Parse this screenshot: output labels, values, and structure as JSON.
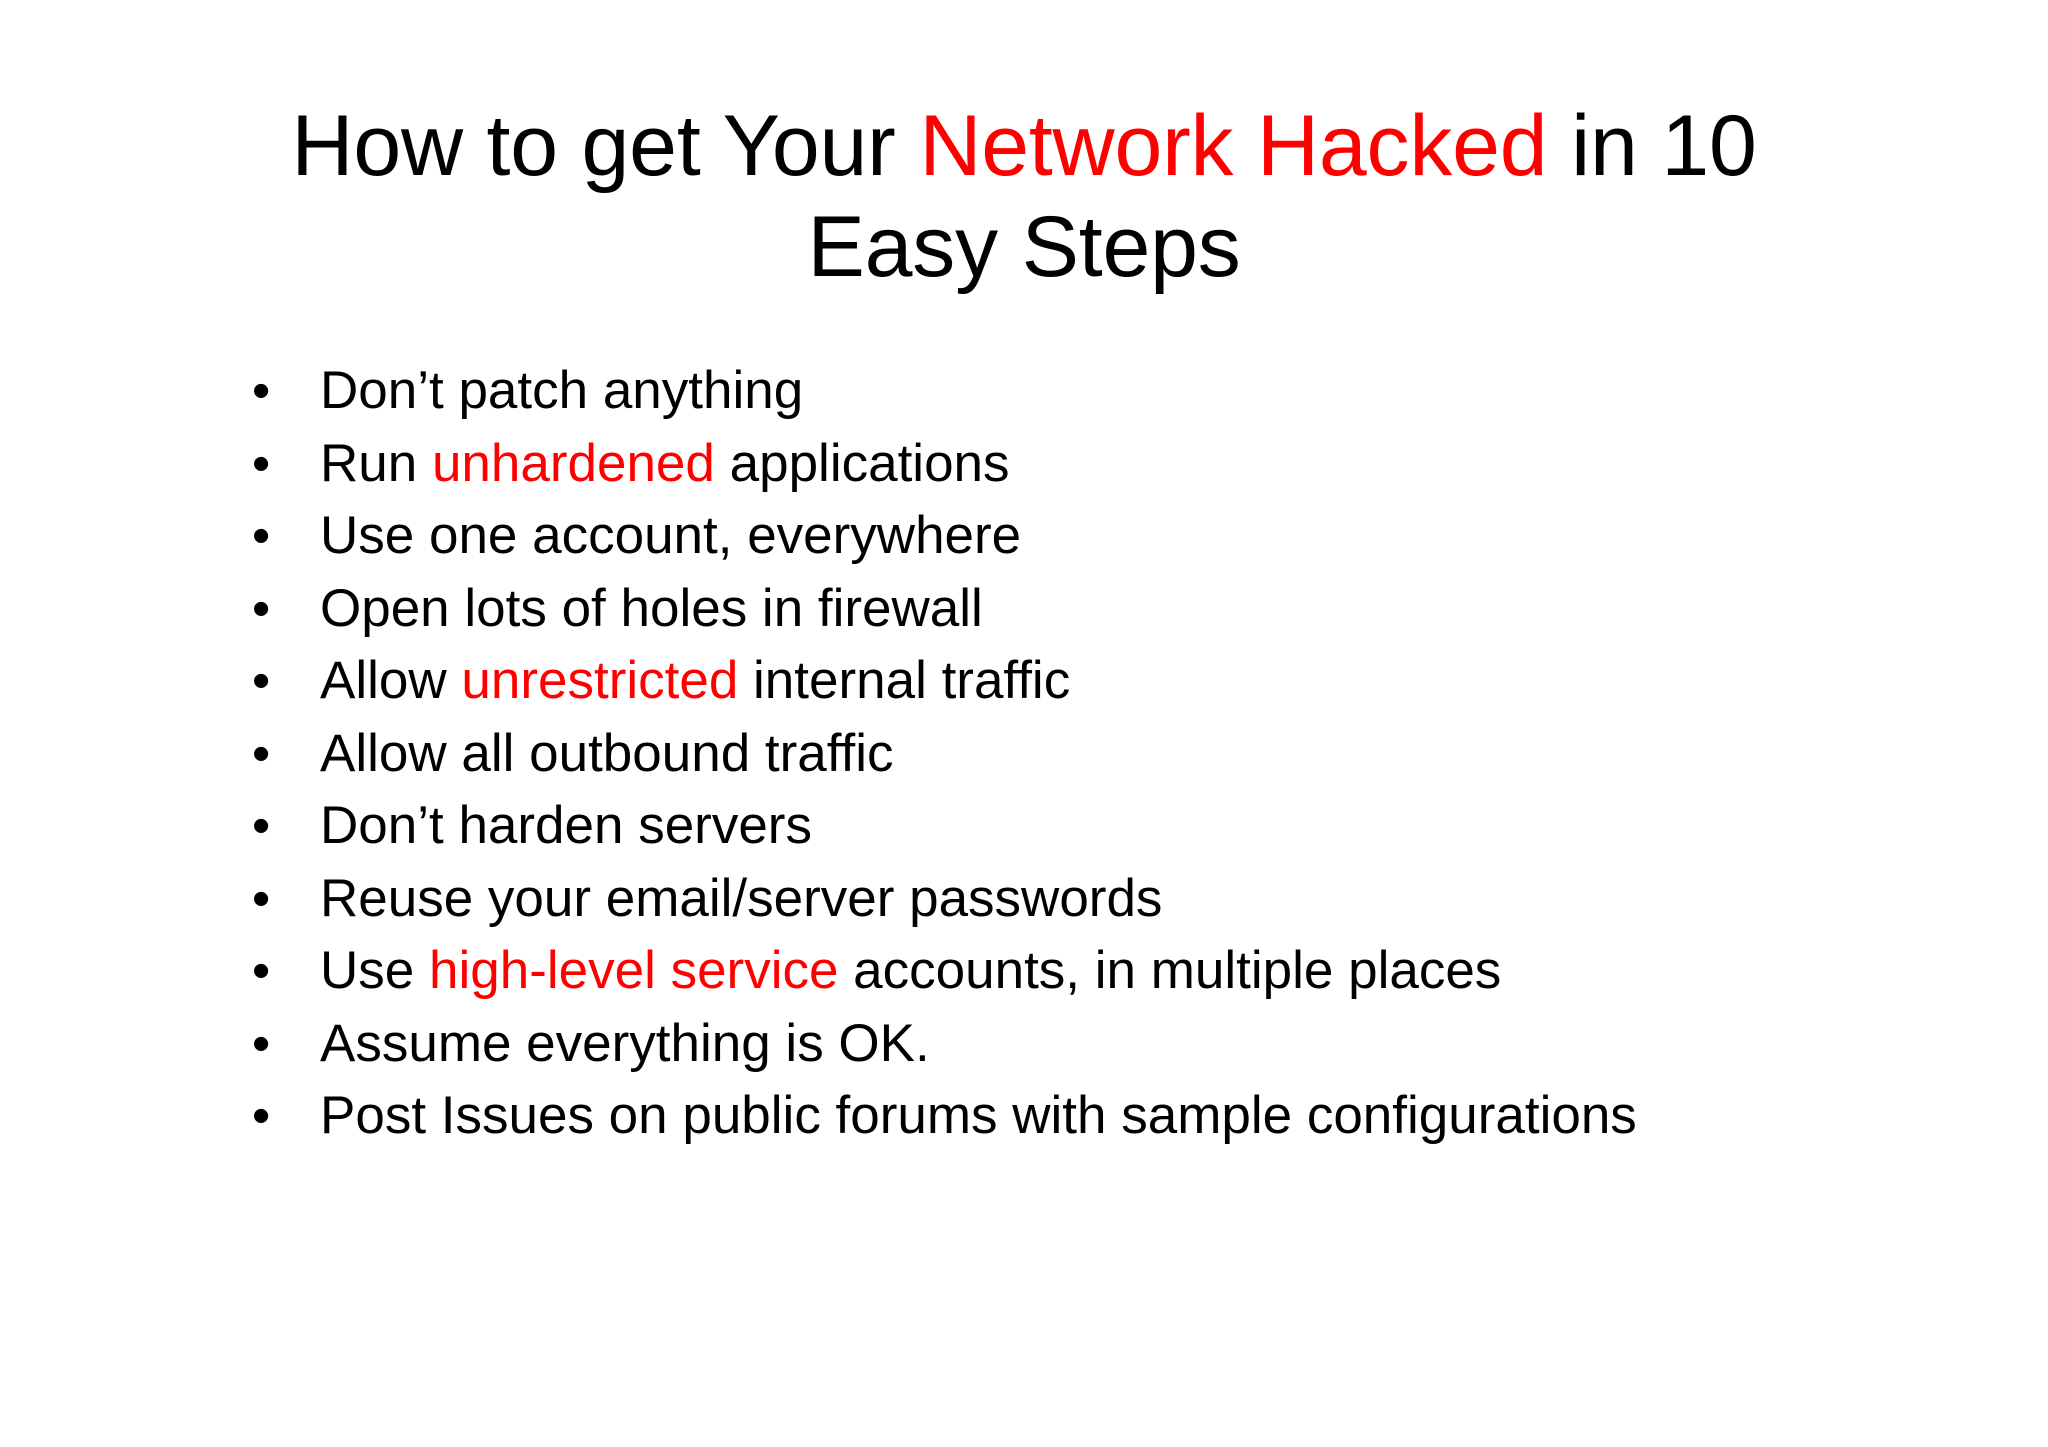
{
  "slide": {
    "background_color": "#FFFFFF",
    "text_color": "#000000",
    "accent_color": "#FF0000"
  },
  "title": {
    "full_text": "How to get Your Network Hacked in 10 Easy Steps",
    "line1_pre": "How to get Your ",
    "line1_accent": "Network Hacked",
    "line1_post": " in 10",
    "line2": "Easy Steps"
  },
  "bullets": {
    "marker": "•",
    "items": [
      {
        "pre": "Don’t patch anything",
        "accent": "",
        "post": ""
      },
      {
        "pre": "Run ",
        "accent": "unhardened",
        "post": " applications"
      },
      {
        "pre": "Use one account, everywhere",
        "accent": "",
        "post": ""
      },
      {
        "pre": "Open lots of holes in firewall",
        "accent": "",
        "post": ""
      },
      {
        "pre": "Allow ",
        "accent": "unrestricted",
        "post": " internal traffic"
      },
      {
        "pre": "Allow all outbound traffic",
        "accent": "",
        "post": ""
      },
      {
        "pre": "Don’t harden servers",
        "accent": "",
        "post": ""
      },
      {
        "pre": "Reuse your email/server passwords",
        "accent": "",
        "post": ""
      },
      {
        "pre": "Use ",
        "accent": "high-level service",
        "post": " accounts, in multiple places"
      },
      {
        "pre": "Assume everything is OK.",
        "accent": "",
        "post": ""
      },
      {
        "pre": "Post Issues on public forums with sample configurations",
        "accent": "",
        "post": ""
      }
    ]
  }
}
